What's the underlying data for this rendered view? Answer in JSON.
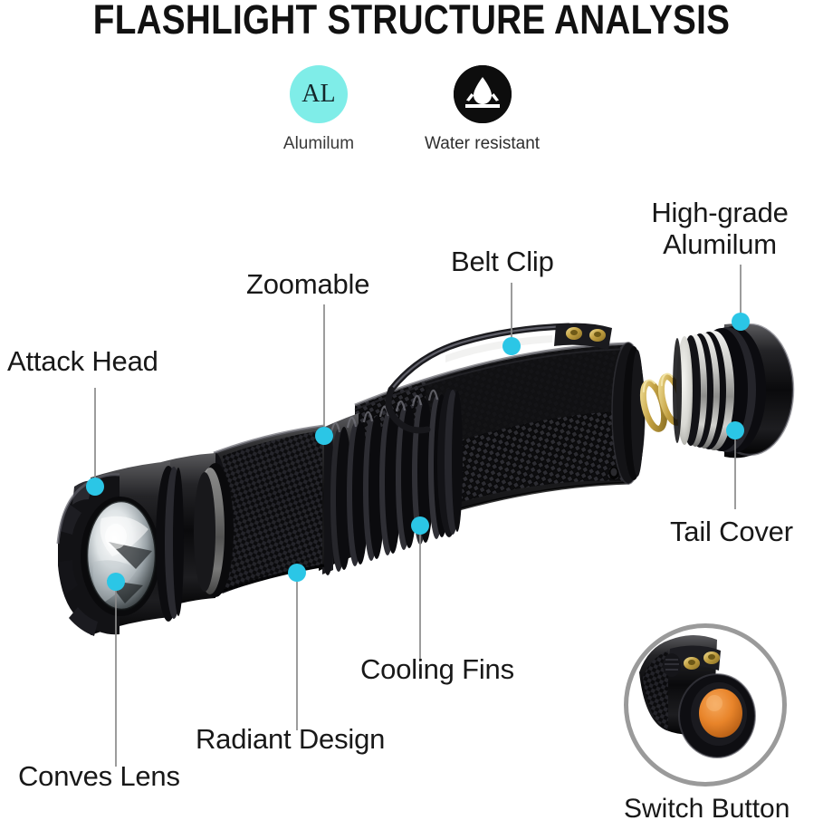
{
  "header": {
    "title": "FLASHLIGHT STRUCTURE ANALYSIS"
  },
  "badges": [
    {
      "icon": "aluminum-badge-icon",
      "glyph": "AL",
      "label": "Alumilum",
      "circle_color": "#7FEDE8",
      "text_color": "#14272b"
    },
    {
      "icon": "water-resistant-icon",
      "glyph": "",
      "label": "Water resistant",
      "circle_color": "#0d0d0d",
      "text_color": "#ffffff"
    }
  ],
  "callouts": [
    {
      "id": "attack-head",
      "label": "Attack Head"
    },
    {
      "id": "zoomable",
      "label": "Zoomable"
    },
    {
      "id": "belt-clip",
      "label": "Belt Clip"
    },
    {
      "id": "high-grade",
      "label": "High-grade\nAlumilum"
    },
    {
      "id": "high-grade-l1",
      "label": "High-grade"
    },
    {
      "id": "high-grade-l2",
      "label": "Alumilum"
    },
    {
      "id": "tail-cover",
      "label": "Tail Cover"
    },
    {
      "id": "cooling-fins",
      "label": "Cooling Fins"
    },
    {
      "id": "radiant-design",
      "label": "Radiant Design"
    },
    {
      "id": "conves-lens",
      "label": "Conves Lens"
    }
  ],
  "inset": {
    "label": "Switch Button",
    "ring_color": "#9a9a9a",
    "button_color": "#E8842A"
  },
  "colors": {
    "marker_dot": "#2BC6E6",
    "leader_line": "#8a8a8a",
    "background": "#ffffff",
    "body_black": "#141414",
    "chrome": "#d8d8d8",
    "brass": "#c9a43a"
  }
}
